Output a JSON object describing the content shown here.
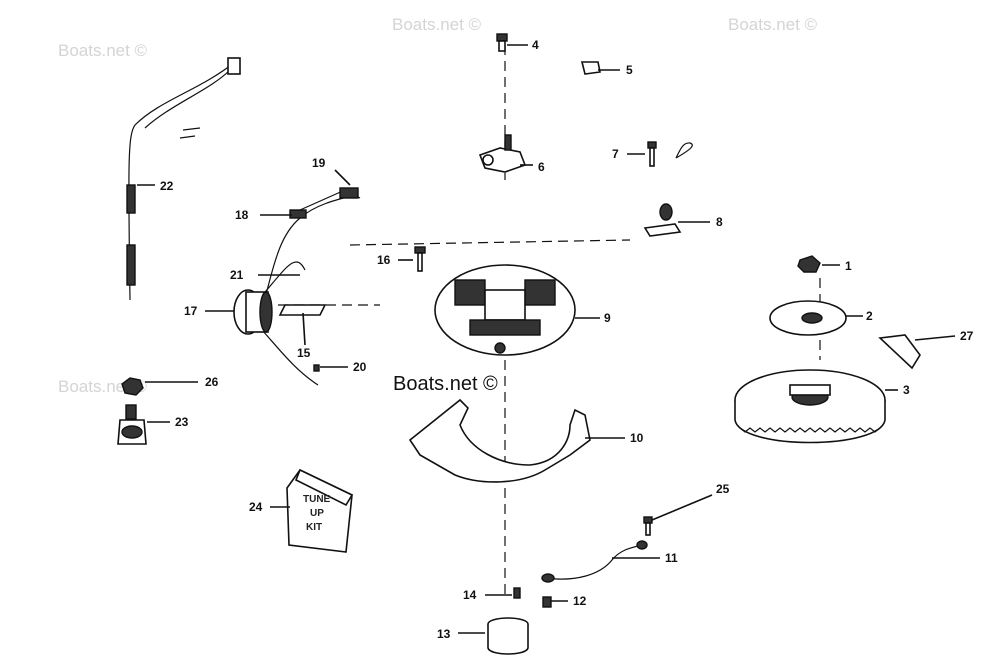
{
  "watermarks": {
    "w1": "Boats.net ©",
    "w2": "Boats.net ©",
    "w3": "Boats.net ©",
    "w4": "Boats.net ©",
    "center": "Boats.net ©"
  },
  "labels": {
    "p1": "1",
    "p2": "2",
    "p3": "3",
    "p4": "4",
    "p5": "5",
    "p6": "6",
    "p7": "7",
    "p8": "8",
    "p9": "9",
    "p10": "10",
    "p11": "11",
    "p12": "12",
    "p13": "13",
    "p14": "14",
    "p15": "15",
    "p16": "16",
    "p17": "17",
    "p18": "18",
    "p19": "19",
    "p20": "20",
    "p21": "21",
    "p22": "22",
    "p23": "23",
    "p24": "24",
    "p25": "25",
    "p26": "26",
    "p27": "27"
  },
  "kit_box": {
    "line1": "TUNE",
    "line2": "UP",
    "line3": "KIT"
  }
}
